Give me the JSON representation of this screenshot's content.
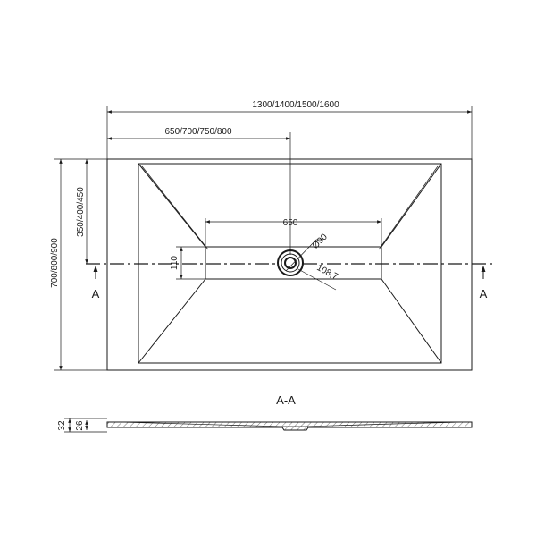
{
  "dimensions": {
    "overall_length": "1300/1400/1500/1600",
    "drain_offset_length": "650/700/750/800",
    "channel_length": "650",
    "overall_width": "700/800/900",
    "drain_offset_width": "350/400/450",
    "channel_width": "110",
    "drain_diameter": "Ø90",
    "drain_outer": "108,7"
  },
  "section": {
    "marker_left": "A",
    "marker_right": "A",
    "title": "A-A",
    "total_height": "32",
    "inner_height": "26"
  }
}
